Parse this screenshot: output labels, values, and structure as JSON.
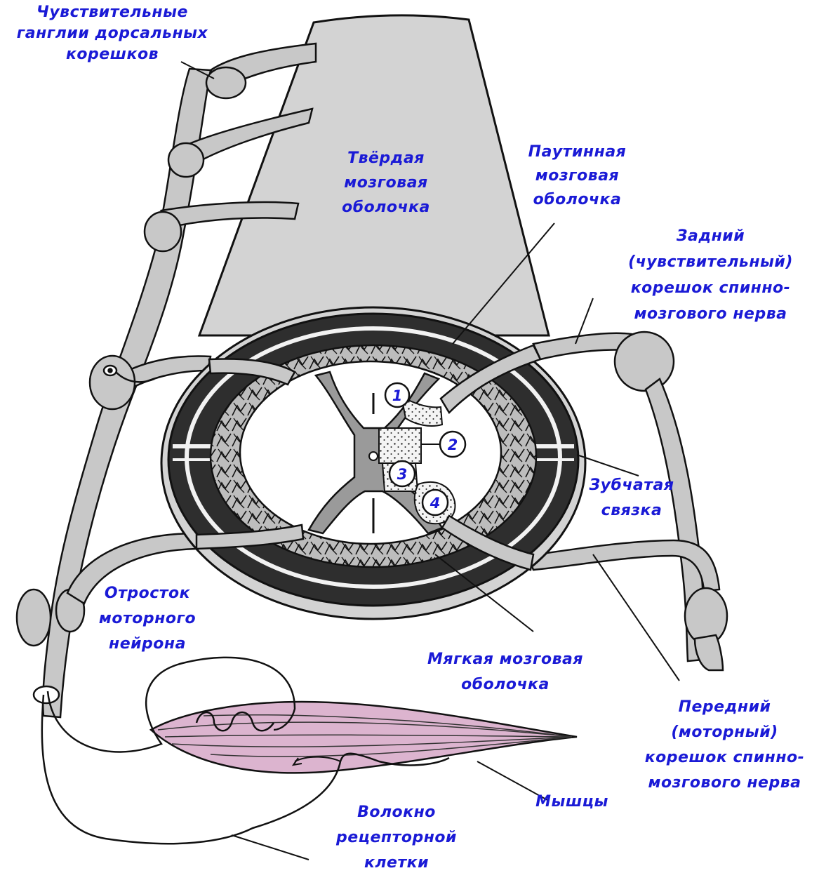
{
  "labels": {
    "ganglia": [
      "Чувствительные",
      "ганглии дорсальных",
      "корешков"
    ],
    "dura": [
      "Твёрдая",
      "мозговая",
      "оболочка"
    ],
    "arachnoid": [
      "Паутинная",
      "мозговая",
      "оболочка"
    ],
    "dorsal_root": [
      "Задний",
      "(чувствительный)",
      "корешок спинно-",
      "мозгового нерва"
    ],
    "dentate": [
      "Зубчатая",
      "связка"
    ],
    "motor_process": [
      "Отросток",
      "моторного",
      "нейрона"
    ],
    "pia": [
      "Мягкая мозговая",
      "оболочка"
    ],
    "ventral_root": [
      "Передний",
      "(моторный)",
      "корешок спинно-",
      "мозгового нерва"
    ],
    "muscles": [
      "Мышцы"
    ],
    "receptor_fiber": [
      "Волокно",
      "рецепторной",
      "клетки"
    ]
  },
  "zone_numbers": [
    "1",
    "2",
    "3",
    "4"
  ],
  "colors": {
    "label": "#1a1ad6",
    "dura": "#d3d3d3",
    "dark_layer": "#333333",
    "outline": "#111111",
    "gray_matter": "#9a9a9a",
    "nerve": "#c8c8c8",
    "muscle": "#dcb4cf"
  }
}
